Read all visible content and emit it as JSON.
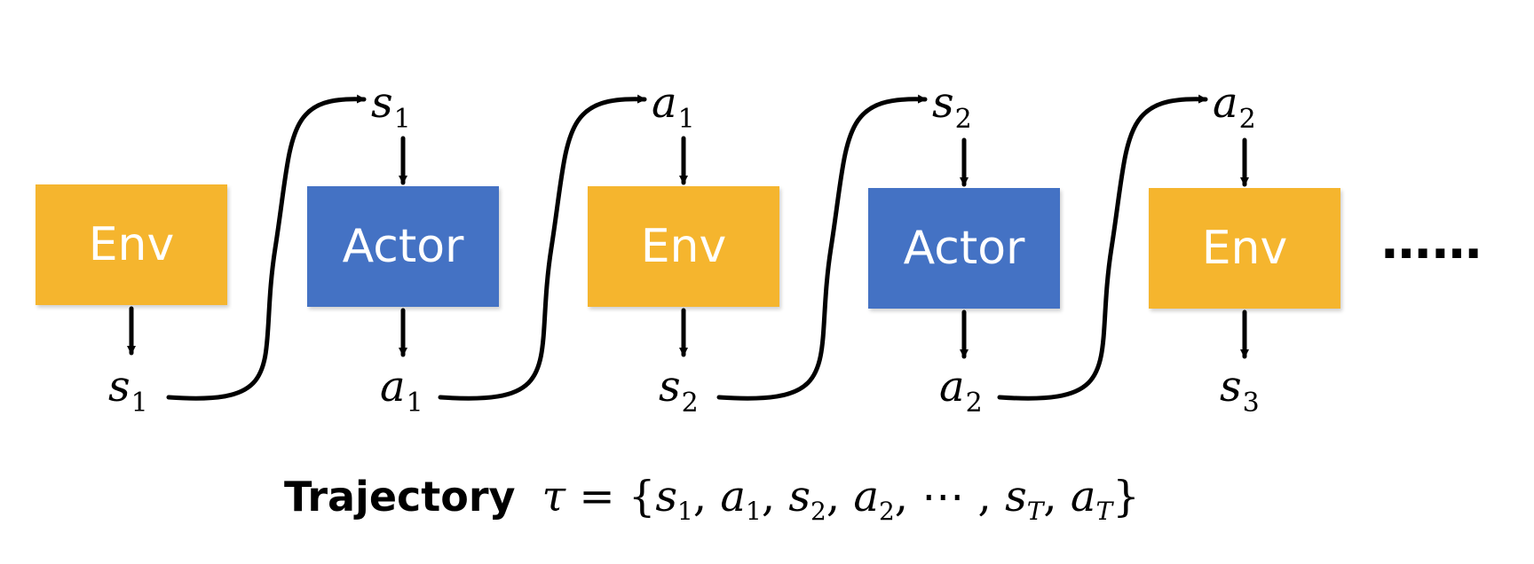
{
  "colors": {
    "env": "#f5b52e",
    "actor": "#4472c4"
  },
  "boxes": [
    {
      "label": "Env",
      "kind": "env"
    },
    {
      "label": "Actor",
      "kind": "actor"
    },
    {
      "label": "Env",
      "kind": "env"
    },
    {
      "label": "Actor",
      "kind": "actor"
    },
    {
      "label": "Env",
      "kind": "env"
    }
  ],
  "top_symbols": [
    {
      "var": "s",
      "sub": "1"
    },
    {
      "var": "a",
      "sub": "1"
    },
    {
      "var": "s",
      "sub": "2"
    },
    {
      "var": "a",
      "sub": "2"
    }
  ],
  "bottom_symbols": [
    {
      "var": "s",
      "sub": "1"
    },
    {
      "var": "a",
      "sub": "1"
    },
    {
      "var": "s",
      "sub": "2"
    },
    {
      "var": "a",
      "sub": "2"
    },
    {
      "var": "s",
      "sub": "3"
    }
  ],
  "ellipsis": "……",
  "trajectory": {
    "label": "Trajectory",
    "formula": "τ = {s₁, a₁, s₂, a₂, ⋯ , s_T, a_T}"
  }
}
